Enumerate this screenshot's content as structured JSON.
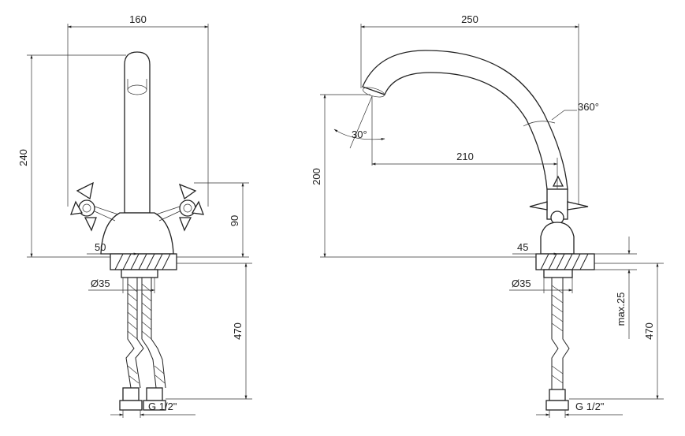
{
  "dimensions": {
    "left_width": "160",
    "left_height": "240",
    "left_base_height": "90",
    "left_offset": "50",
    "left_diameter": "Ø35",
    "left_hose_length": "470",
    "left_thread": "G 1/2\"",
    "right_width": "250",
    "right_height": "200",
    "right_rotation": "360°",
    "right_tilt": "30°",
    "right_reach": "210",
    "right_offset": "45",
    "right_diameter": "Ø35",
    "right_max_thickness": "max.25",
    "right_hose_length": "470",
    "right_thread": "G 1/2\""
  }
}
